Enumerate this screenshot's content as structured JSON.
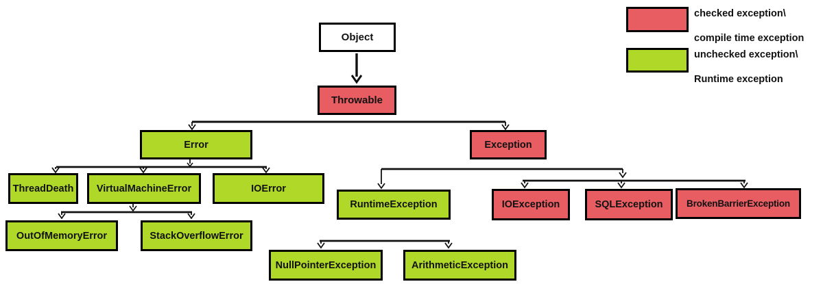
{
  "diagram": {
    "nodes": {
      "object": {
        "label": "Object"
      },
      "throwable": {
        "label": "Throwable"
      },
      "error": {
        "label": "Error"
      },
      "exception": {
        "label": "Exception"
      },
      "threadDeath": {
        "label": "ThreadDeath"
      },
      "virtualMachineError": {
        "label": "VirtualMachineError"
      },
      "ioError": {
        "label": "IOError"
      },
      "outOfMemoryError": {
        "label": "OutOfMemoryError"
      },
      "stackOverflowError": {
        "label": "StackOverflowError"
      },
      "runtimeException": {
        "label": "RuntimeException"
      },
      "ioException": {
        "label": "IOException"
      },
      "sqlException": {
        "label": "SQLException"
      },
      "brokenBarrierException": {
        "label": "BrokenBarrierException"
      },
      "nullPointerException": {
        "label": "NullPointerException"
      },
      "arithmeticException": {
        "label": "ArithmeticException"
      }
    },
    "legend": {
      "checked": {
        "line1": "checked exception\\",
        "line2": "compile time exception"
      },
      "unchecked": {
        "line1": "unchecked exception\\",
        "line2": "Runtime exception"
      }
    },
    "colors": {
      "checked_fill": "#e85d62",
      "unchecked_fill": "#b0d828",
      "root_fill": "#ffffff",
      "line": "#111111"
    }
  }
}
